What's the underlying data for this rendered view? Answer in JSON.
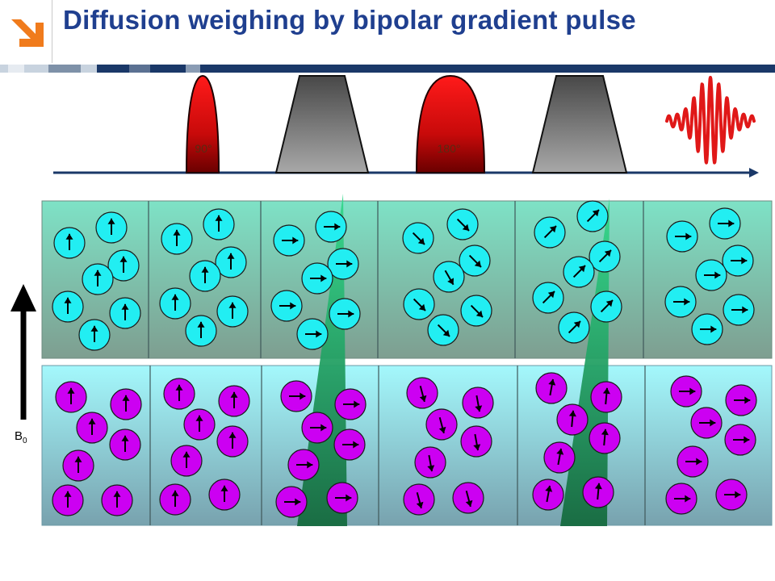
{
  "header": {
    "title": "Diffusion weighing by bipolar gradient pulse",
    "logo_icon": "arrow-down-right-icon",
    "colors": {
      "title": "#1f3f8f",
      "logo": "#f07b1c",
      "band_dark": "#1a3868",
      "band_light": "#c8d3df",
      "band_mid": "#7e91a8"
    }
  },
  "pulse_sequence": {
    "pulse_90_label": "90°",
    "pulse_180_label": "180°",
    "colors": {
      "rf_pulse": "#e81010",
      "rf_pulse_dark": "#700000",
      "gradient_top": "#4a4a4a",
      "gradient_bottom": "#a8a8a8",
      "signal_echo": "#e01818",
      "timeline": "#1a3868"
    }
  },
  "field": {
    "label": "B",
    "subscript": "0",
    "icon": "arrow-up-icon"
  },
  "spin_rows": {
    "colors": {
      "top_spin": "#22eef2",
      "bottom_spin": "#cc00f2",
      "top_panel_top": "#7ee2c6",
      "top_panel_bottom": "#7e9e90",
      "bottom_panel_top": "#a2f6fa",
      "bottom_panel_bottom": "#7aa4b0",
      "gradient_band": "#1f9250"
    }
  }
}
